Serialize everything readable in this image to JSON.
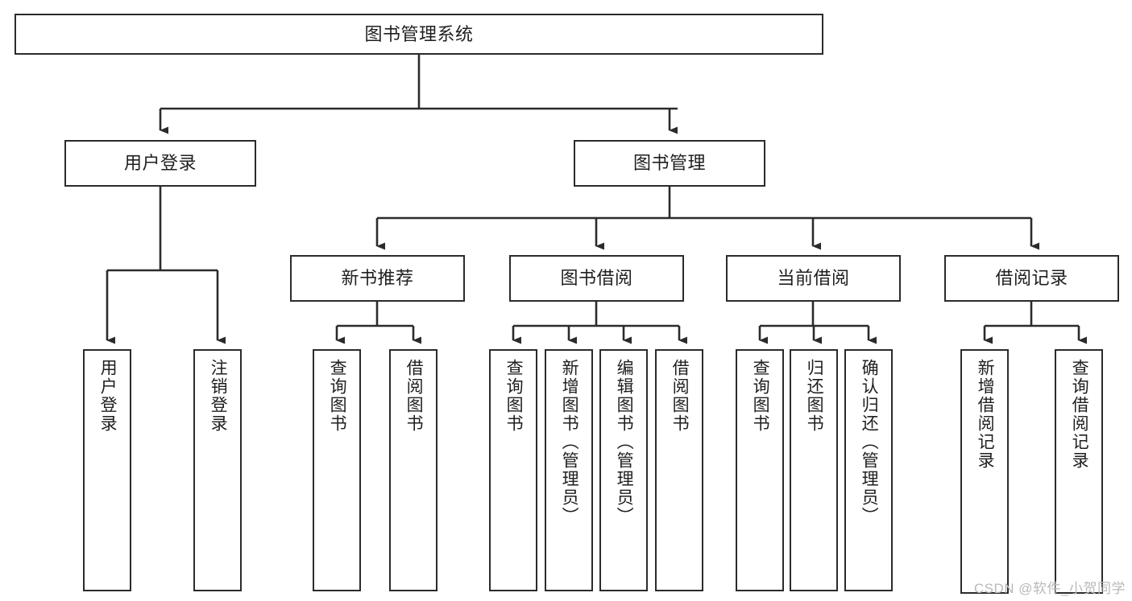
{
  "diagram": {
    "title": "图书管理系统",
    "type": "tree",
    "colors": {
      "stroke": "#2b2b2b",
      "fill": "#ffffff",
      "text": "#1f1f1f",
      "watermark": "#b9b9b9"
    },
    "root": {
      "label": "图书管理系统"
    },
    "level1": [
      {
        "label": "用户登录"
      },
      {
        "label": "图书管理"
      }
    ],
    "level2": [
      {
        "label": "新书推荐"
      },
      {
        "label": "图书借阅"
      },
      {
        "label": "当前借阅"
      },
      {
        "label": "借阅记录"
      }
    ],
    "leaves": {
      "user_login": [
        {
          "label": "用户登录"
        },
        {
          "label": "注销登录"
        }
      ],
      "new_book_recommend": [
        {
          "label": "查询图书"
        },
        {
          "label": "借阅图书"
        }
      ],
      "book_borrow": [
        {
          "label": "查询图书"
        },
        {
          "label": "新增图书（管理员）"
        },
        {
          "label": "编辑图书（管理员）"
        },
        {
          "label": "借阅图书"
        }
      ],
      "current_borrow": [
        {
          "label": "查询图书"
        },
        {
          "label": "归还图书"
        },
        {
          "label": "确认归还（管理员）"
        }
      ],
      "borrow_record": [
        {
          "label": "新增借阅记录"
        },
        {
          "label": "查询借阅记录"
        }
      ]
    }
  },
  "watermark": {
    "text": "CSDN @软件_小贺同学"
  }
}
